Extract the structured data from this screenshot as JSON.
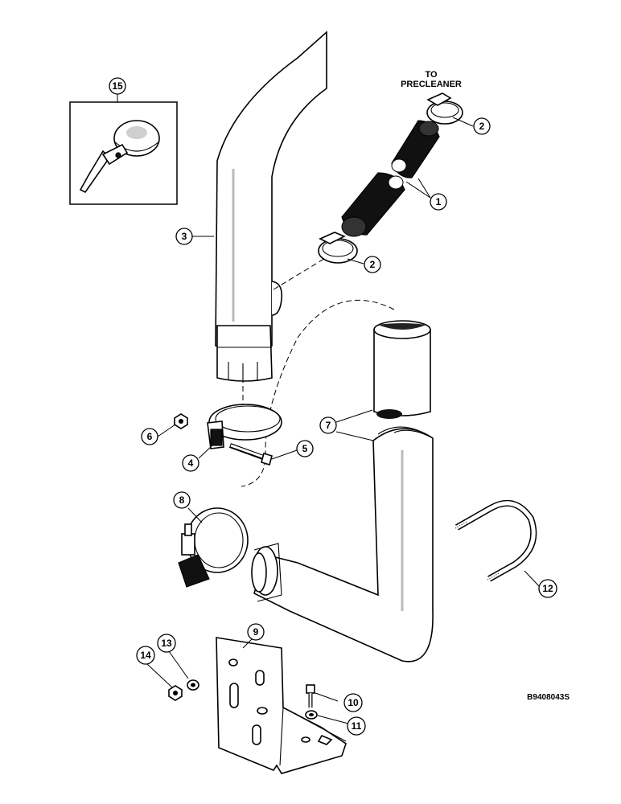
{
  "figure": {
    "note_to_precleaner_line1": "TO",
    "note_to_precleaner_line2": "PRECLEANER",
    "figure_id": "B9408043S",
    "callouts": {
      "c1": "1",
      "c2a": "2",
      "c2b": "2",
      "c3": "3",
      "c4": "4",
      "c5": "5",
      "c6": "6",
      "c7": "7",
      "c8": "8",
      "c9": "9",
      "c10": "10",
      "c11": "11",
      "c12": "12",
      "c13": "13",
      "c14": "14",
      "c15": "15"
    }
  }
}
